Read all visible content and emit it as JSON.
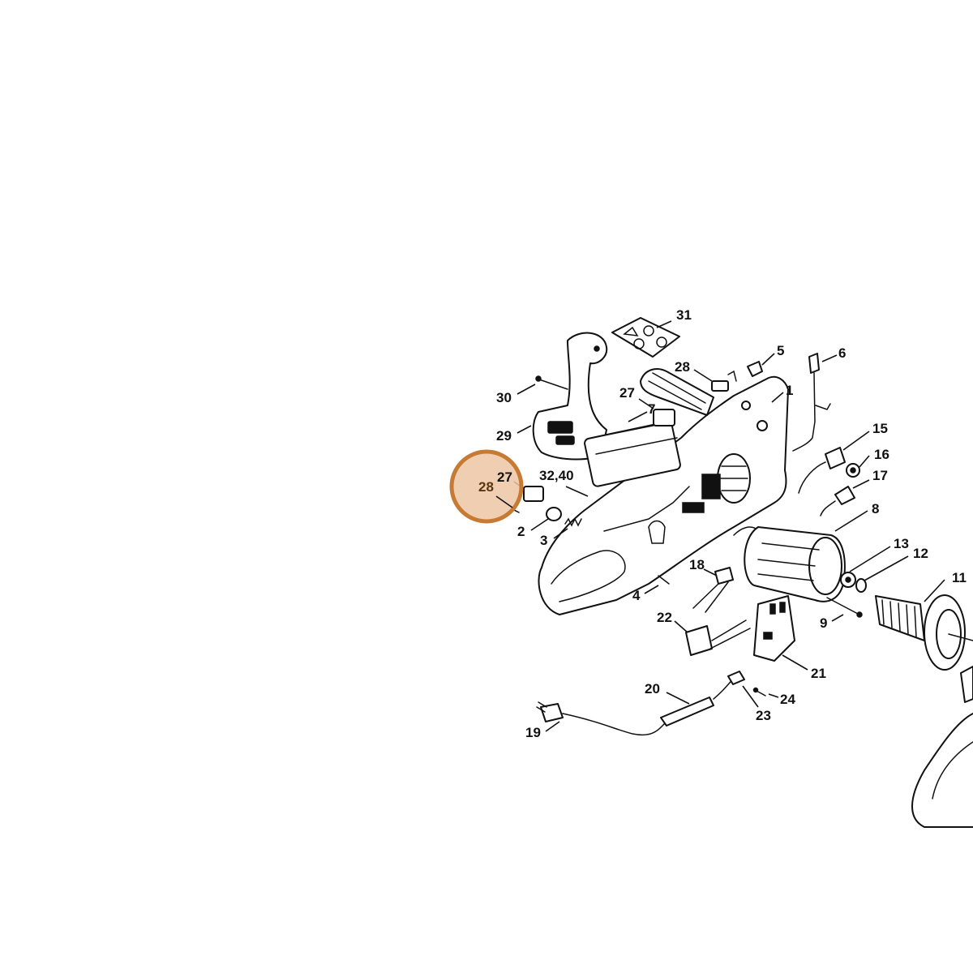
{
  "diagram": {
    "labels": {
      "p1": "1",
      "p2": "2",
      "p3": "3",
      "p4": "4",
      "p5": "5",
      "p6": "6",
      "p7": "7",
      "p8": "8",
      "p9": "9",
      "p11": "11",
      "p12": "12",
      "p13": "13",
      "p15": "15",
      "p16": "16",
      "p17": "17",
      "p18": "18",
      "p19": "19",
      "p20": "20",
      "p21": "21",
      "p22": "22",
      "p23": "23",
      "p24": "24",
      "p27a": "27",
      "p27b": "27",
      "p28a": "28",
      "p28b": "28",
      "p29": "29",
      "p30": "30",
      "p31": "31",
      "p3240": "32,40"
    },
    "highlight": {
      "part_label": "28",
      "fill_color": "#ecc6a4",
      "ring_color": "#c77a33",
      "text_color": "#5a3510"
    }
  }
}
